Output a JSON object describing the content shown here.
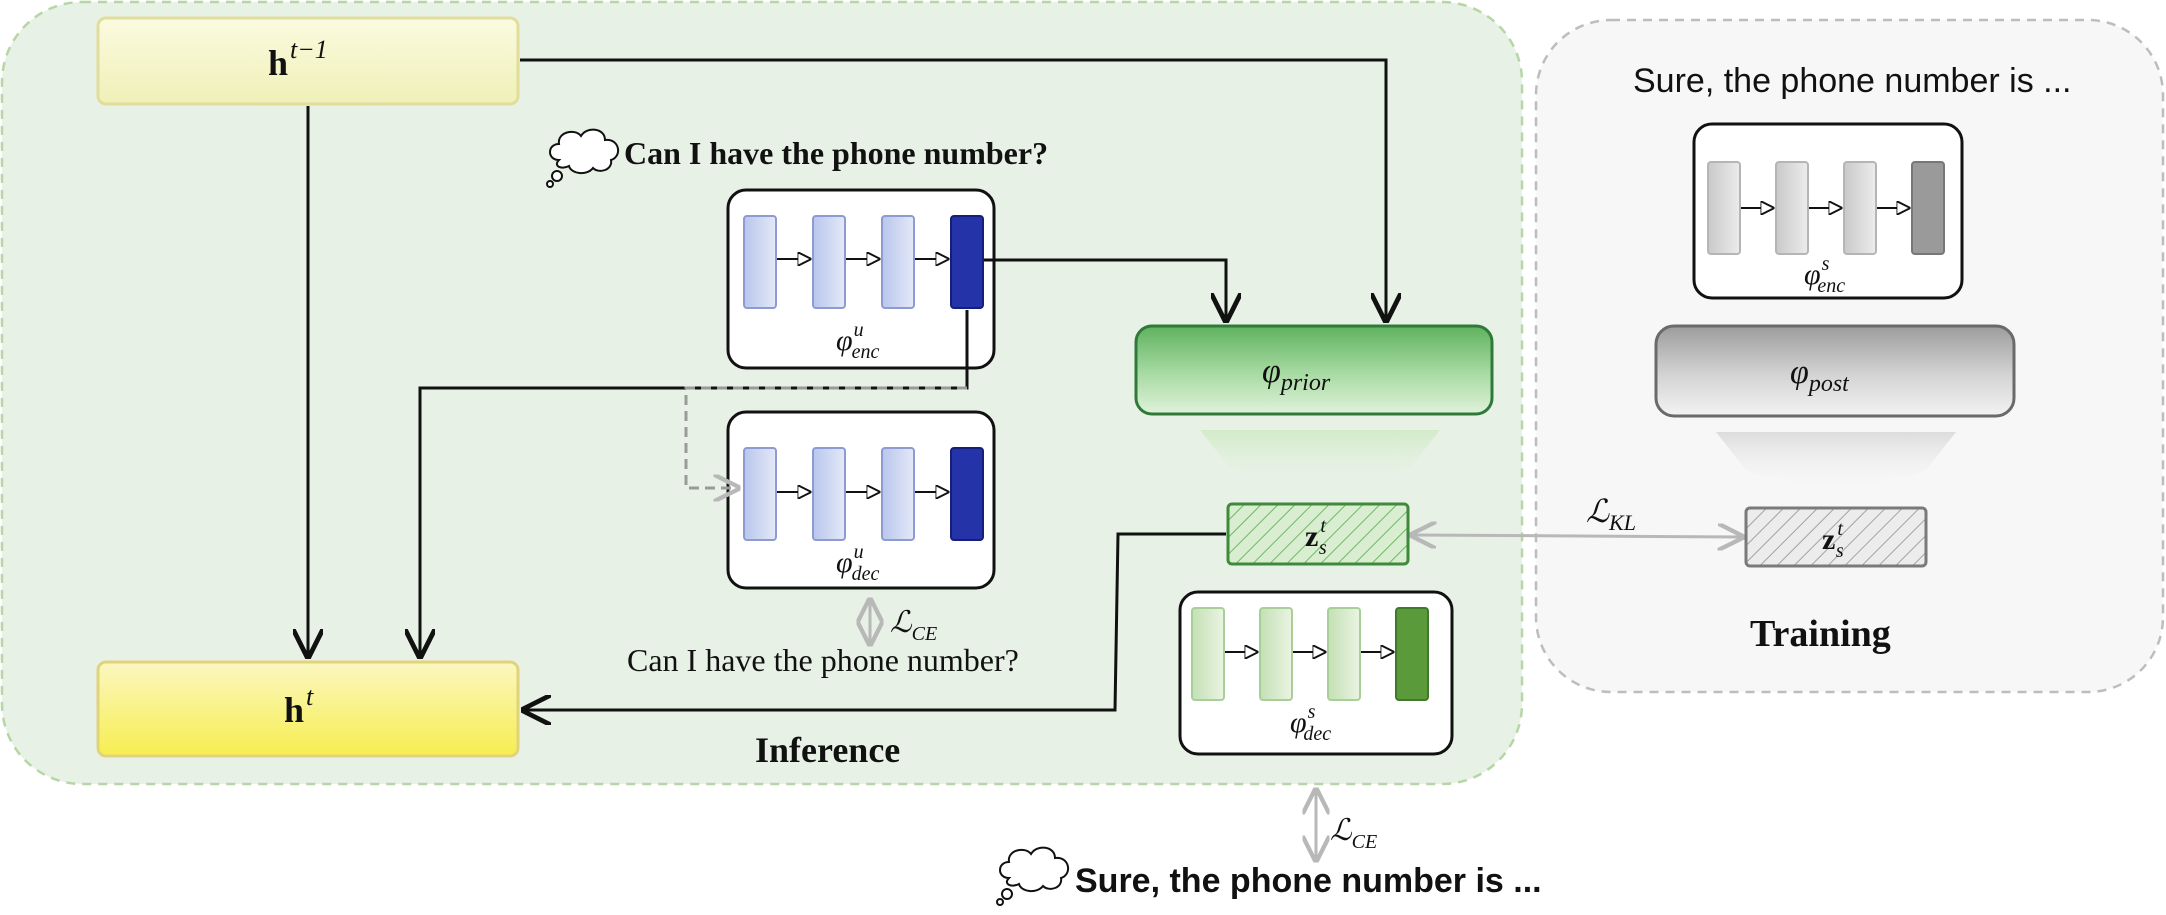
{
  "labels": {
    "h_prev_base": "h",
    "h_prev_sup": "t−1",
    "h_cur_base": "h",
    "h_cur_sup": "t",
    "user_thought": "Can I have the phone number?",
    "user_utterance": "Can I have the phone number?",
    "system_thought": "Sure, the phone number is ...",
    "training_utterance": "Sure, the phone number is ...",
    "inference_title": "Inference",
    "training_title": "Training"
  },
  "math": {
    "phi": "φ",
    "enc_u_sup": "u",
    "enc_u_sub": "enc",
    "dec_u_sup": "u",
    "dec_u_sub": "dec",
    "prior_sub": "prior",
    "post_sub": "post",
    "dec_s_sup": "s",
    "dec_s_sub": "dec",
    "enc_s_sup": "s",
    "enc_s_sub": "enc",
    "z_base": "z",
    "z_sup": "t",
    "z_sub": "s",
    "loss_L": "ℒ",
    "loss_ce_sub": "CE",
    "loss_kl_sub": "KL"
  },
  "colors": {
    "inference_bg": "#e8f1e6",
    "inference_border": "#b6d6a6",
    "training_bg": "#f7f7f7",
    "training_border": "#bdbdbd",
    "h_prev_fill": "#f6f6c8",
    "h_cur_fill": "#f8f07a",
    "prior_green": "#6cc06c",
    "blue_cell": "#c9d3ee",
    "blue_dark": "#1f2d9a",
    "green_cell": "#d3e8c8",
    "green_dark": "#5a9a3a",
    "gray_cell": "#d6d6d6",
    "gray_dark": "#8a8a8a"
  },
  "icons": [
    "thought-cloud-icon",
    "thought-cloud-icon"
  ]
}
